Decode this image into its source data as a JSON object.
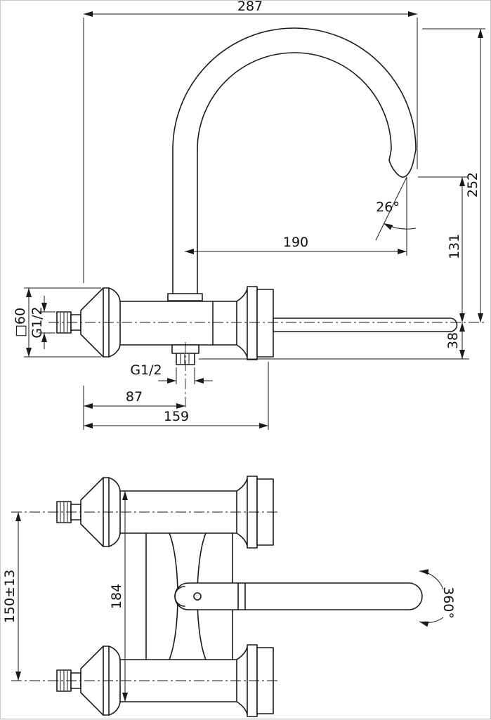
{
  "drawing": {
    "side_view": {
      "overall_depth": "287",
      "spout_height": "252",
      "spout_reach": "190",
      "outlet_height": "131",
      "outlet_drop": "38",
      "outlet_angle": "26°",
      "rosette_size": "□60",
      "wall_thread": "G1/2",
      "outlet_thread": "G1/2",
      "outlet_spacing": "87",
      "body_depth": "159"
    },
    "plan_view": {
      "overall_width": "184",
      "connection_centres": "150±13",
      "lever_rotation": "360°"
    }
  }
}
